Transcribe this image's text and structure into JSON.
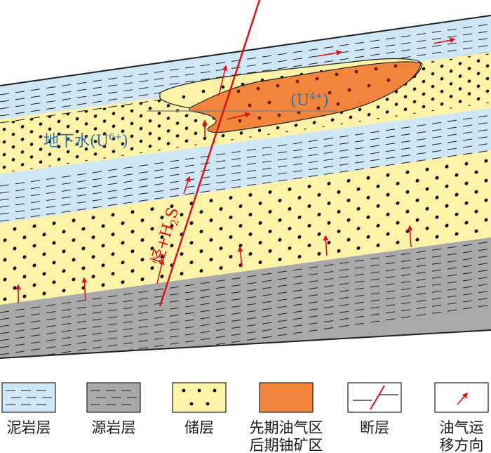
{
  "labels": {
    "groundwater": "地下水(U",
    "groundwater_sup": "6+",
    "groundwater_close": ")",
    "uranium_open": "(U",
    "uranium_sup": "4+",
    "uranium_close": ")",
    "hydrocarbon_main": "烃+H",
    "hydrocarbon_sub": "2",
    "hydrocarbon_tail": "S"
  },
  "legend": [
    {
      "id": "mudstone",
      "lines": [
        "泥岩层"
      ]
    },
    {
      "id": "source",
      "lines": [
        "源岩层"
      ]
    },
    {
      "id": "reservoir",
      "lines": [
        "储层"
      ]
    },
    {
      "id": "ore",
      "lines": [
        "先期油气区",
        "后期铀矿区"
      ]
    },
    {
      "id": "fault",
      "lines": [
        "断层"
      ]
    },
    {
      "id": "migration",
      "lines": [
        "油气运",
        "移方向"
      ]
    }
  ],
  "colors": {
    "mudstone": "#cfe6f5",
    "source": "#a9a9a9",
    "reservoir": "#fcf3a8",
    "ore": "#f2853c",
    "fault": "#e0101a",
    "label_blue": "#2f6fb0"
  }
}
